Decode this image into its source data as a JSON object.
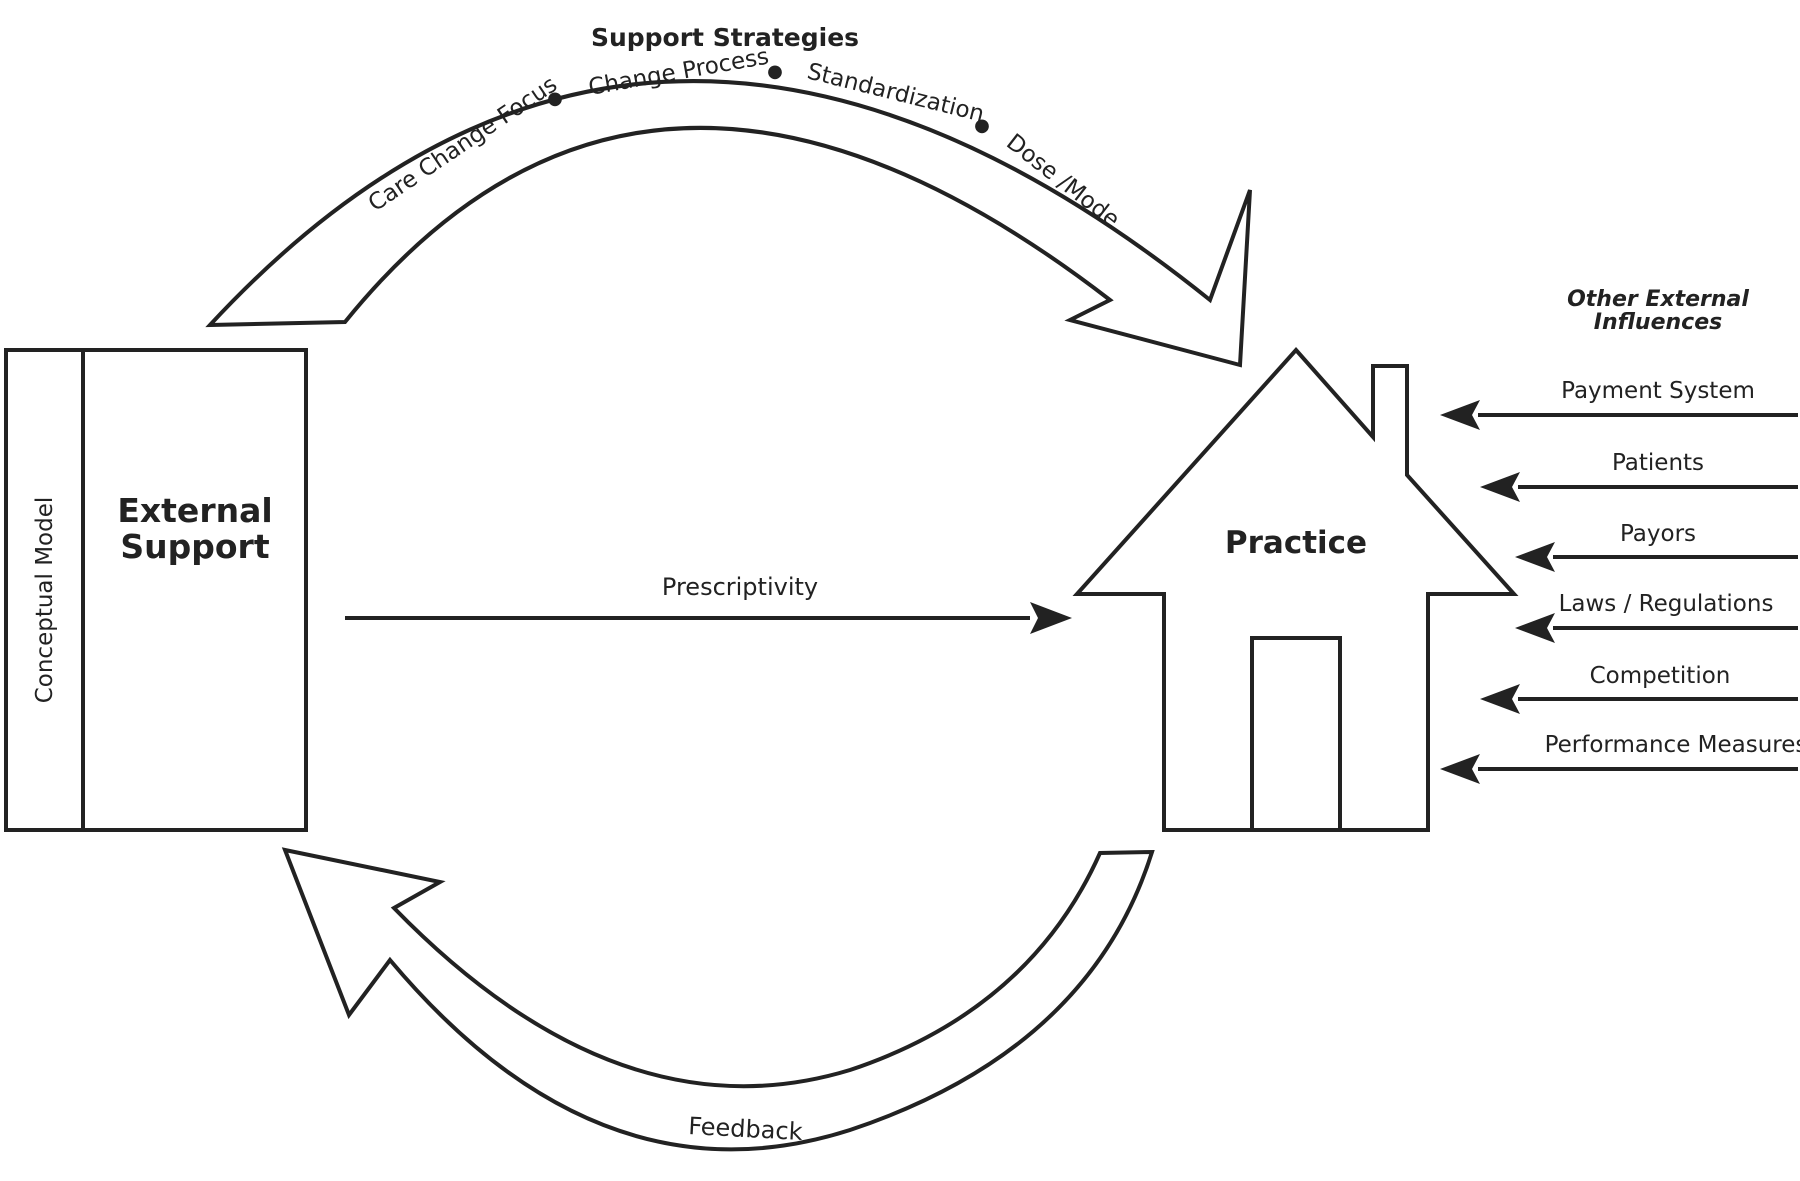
{
  "colors": {
    "ink": "#222222",
    "background": "#ffffff"
  },
  "support": {
    "side_label": "Conceptual Model",
    "title_line1": "External",
    "title_line2": "Support"
  },
  "strategies": {
    "title": "Support Strategies",
    "items": [
      "Care Change Focus",
      "Change Process",
      "Standardization",
      "Dose /Mode"
    ]
  },
  "practice": {
    "label": "Practice"
  },
  "prescriptivity": {
    "label": "Prescriptivity"
  },
  "feedback": {
    "label": "Feedback"
  },
  "influences": {
    "title_line1": "Other External",
    "title_line2": "Influences",
    "items": [
      "Payment System",
      "Patients",
      "Payors",
      "Laws / Regulations",
      "Competition",
      "Performance Measures"
    ]
  }
}
